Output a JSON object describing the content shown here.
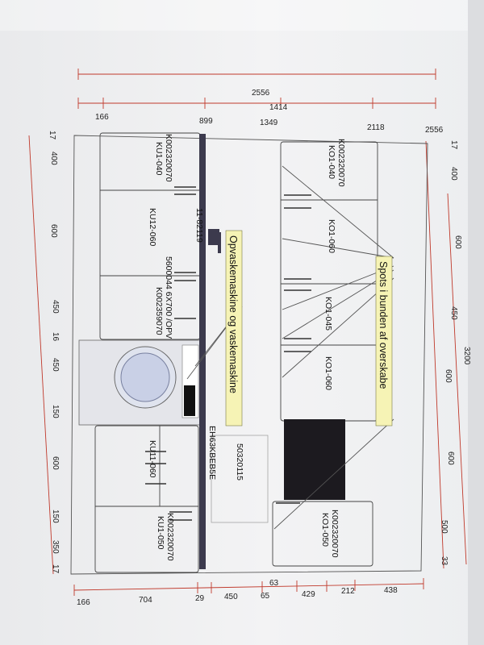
{
  "dimensions": {
    "top_total": "2556",
    "top_a": "1414",
    "top_b": "166",
    "top_c": "899",
    "top_d": "1349",
    "top_e": "2118",
    "top_f": "2556",
    "bottom": [
      "166",
      "704",
      "29",
      "450",
      "65",
      "63",
      "429",
      "212",
      "438"
    ],
    "left_heights": [
      "17",
      "400",
      "600",
      "450",
      "16",
      "450",
      "150",
      "600",
      "150",
      "350",
      "17"
    ],
    "right_heights": [
      "17",
      "400",
      "600",
      "450",
      "600",
      "600",
      "500",
      "33"
    ],
    "right_total": "3200"
  },
  "callouts": {
    "spots": "Spots i bunden af overskabe",
    "appliances": "Opvaskemaskine og vaskemaskine"
  },
  "labels": {
    "upper_left_code": "K002320070",
    "upper_left_model": "KO1-040",
    "upper_060a": "KO1-060",
    "upper_045": "KO1-045",
    "upper_060b": "KO1-060",
    "upper_right_code": "K002320070",
    "upper_right_model": "KO1-050",
    "lower_left_code": "K002320070",
    "lower_left_model": "KU1-040",
    "lower_ku12": "KU12-060",
    "handle": "11-82119",
    "worktop": "5600044 6X700 /OPV",
    "worktop_code": "K002359070",
    "hob": "EH63KBEB5E",
    "hood": "50320115",
    "lower_ku11": "KU11-060",
    "lower_right_code": "K002320070",
    "lower_right_model": "KU1-050"
  },
  "colors": {
    "dimension_line": "#c0392b",
    "callout_fill": "#f6f3b5",
    "worktop": "#3c3a4d"
  }
}
